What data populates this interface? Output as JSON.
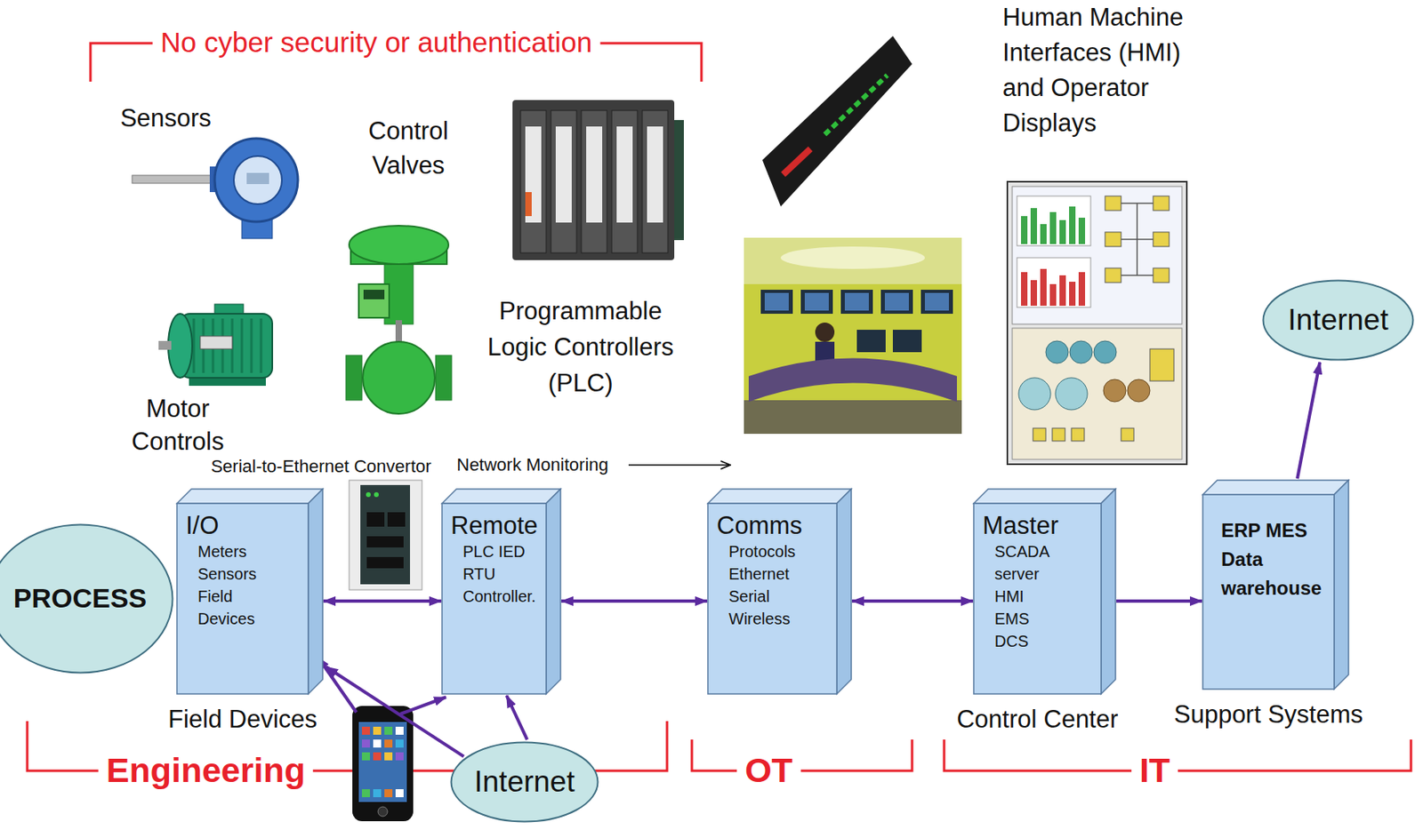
{
  "diagram": {
    "nodes": [
      {
        "text": [
          "PROCESS"
        ]
      },
      {
        "text": [
          "I/O",
          "Meters Sensors Field Devices",
          "Field Devices"
        ]
      },
      {
        "text": [
          "Remote",
          "PLC IED RTU Controller."
        ]
      },
      {
        "text": [
          "Comms",
          "Protocols Ethernet Serial Wireless"
        ]
      },
      {
        "text": [
          "Master",
          "SCADA server HMI EMS DCS",
          "Control Center"
        ]
      },
      {
        "text": [
          "ERP MES Data warehouse",
          "Support Systems"
        ]
      },
      {
        "text": [
          "Internet"
        ]
      },
      {
        "text": [
          "Internet"
        ]
      }
    ],
    "edges": [
      {
        "from": 1,
        "to": 2,
        "arrow": "both"
      },
      {
        "from": 2,
        "to": 3,
        "arrow": "both"
      },
      {
        "from": 3,
        "to": 4,
        "arrow": "both"
      },
      {
        "from": 4,
        "to": 5,
        "arrow": "to"
      },
      {
        "from": 5,
        "to": 6,
        "arrow": "to"
      },
      {
        "from": 7,
        "to": 1,
        "arrow": "to"
      },
      {
        "from": 7,
        "to": 2,
        "arrow": "to"
      }
    ],
    "labels": [
      "No cyber security or authentication",
      "Human Machine Interfaces (HMI) and Operator Displays",
      "Sensors",
      "Control Valves",
      "Programmable Logic Controllers (PLC)",
      "Motor Controls",
      "Serial-to-Ethernet Convertor",
      "Network Monitoring",
      "Engineering",
      "OT",
      "IT"
    ]
  }
}
